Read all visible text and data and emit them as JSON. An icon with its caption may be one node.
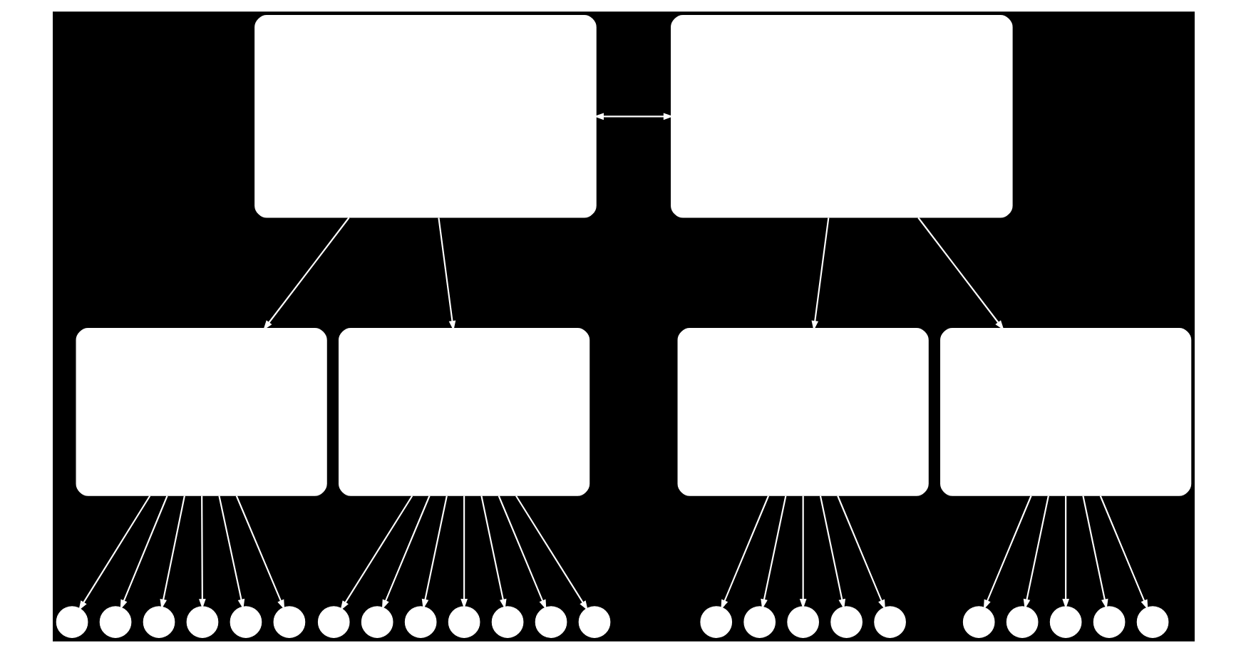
{
  "diagram": {
    "nodes": [
      {
        "text": [],
        "shape": "box"
      },
      {
        "text": [],
        "shape": "box"
      },
      {
        "text": [],
        "shape": "box"
      },
      {
        "text": [],
        "shape": "box"
      },
      {
        "text": [],
        "shape": "box"
      },
      {
        "text": [],
        "shape": "box"
      },
      {
        "text": [],
        "shape": "circle"
      },
      {
        "text": [],
        "shape": "circle"
      },
      {
        "text": [],
        "shape": "circle"
      },
      {
        "text": [],
        "shape": "circle"
      },
      {
        "text": [],
        "shape": "circle"
      },
      {
        "text": [],
        "shape": "circle"
      },
      {
        "text": [],
        "shape": "circle"
      },
      {
        "text": [],
        "shape": "circle"
      },
      {
        "text": [],
        "shape": "circle"
      },
      {
        "text": [],
        "shape": "circle"
      },
      {
        "text": [],
        "shape": "circle"
      },
      {
        "text": [],
        "shape": "circle"
      },
      {
        "text": [],
        "shape": "circle"
      },
      {
        "text": [],
        "shape": "circle"
      },
      {
        "text": [],
        "shape": "circle"
      },
      {
        "text": [],
        "shape": "circle"
      },
      {
        "text": [],
        "shape": "circle"
      },
      {
        "text": [],
        "shape": "circle"
      },
      {
        "text": [],
        "shape": "circle"
      },
      {
        "text": [],
        "shape": "circle"
      },
      {
        "text": [],
        "shape": "circle"
      },
      {
        "text": [],
        "shape": "circle"
      },
      {
        "text": [],
        "shape": "circle"
      }
    ],
    "edges": [
      {
        "from": 0,
        "to": 1,
        "arrow": "both"
      },
      {
        "from": 0,
        "to": 2,
        "arrow": "to"
      },
      {
        "from": 0,
        "to": 3,
        "arrow": "to"
      },
      {
        "from": 1,
        "to": 4,
        "arrow": "to"
      },
      {
        "from": 1,
        "to": 5,
        "arrow": "to"
      },
      {
        "from": 2,
        "to": 6,
        "arrow": "to"
      },
      {
        "from": 2,
        "to": 7,
        "arrow": "to"
      },
      {
        "from": 2,
        "to": 8,
        "arrow": "to"
      },
      {
        "from": 2,
        "to": 9,
        "arrow": "to"
      },
      {
        "from": 2,
        "to": 10,
        "arrow": "to"
      },
      {
        "from": 2,
        "to": 11,
        "arrow": "to"
      },
      {
        "from": 3,
        "to": 12,
        "arrow": "to"
      },
      {
        "from": 3,
        "to": 13,
        "arrow": "to"
      },
      {
        "from": 3,
        "to": 14,
        "arrow": "to"
      },
      {
        "from": 3,
        "to": 15,
        "arrow": "to"
      },
      {
        "from": 3,
        "to": 16,
        "arrow": "to"
      },
      {
        "from": 3,
        "to": 17,
        "arrow": "to"
      },
      {
        "from": 3,
        "to": 18,
        "arrow": "to"
      },
      {
        "from": 4,
        "to": 19,
        "arrow": "to"
      },
      {
        "from": 4,
        "to": 20,
        "arrow": "to"
      },
      {
        "from": 4,
        "to": 21,
        "arrow": "to"
      },
      {
        "from": 4,
        "to": 22,
        "arrow": "to"
      },
      {
        "from": 4,
        "to": 23,
        "arrow": "to"
      },
      {
        "from": 5,
        "to": 24,
        "arrow": "to"
      },
      {
        "from": 5,
        "to": 25,
        "arrow": "to"
      },
      {
        "from": 5,
        "to": 26,
        "arrow": "to"
      },
      {
        "from": 5,
        "to": 27,
        "arrow": "to"
      },
      {
        "from": 5,
        "to": 28,
        "arrow": "to"
      }
    ]
  }
}
